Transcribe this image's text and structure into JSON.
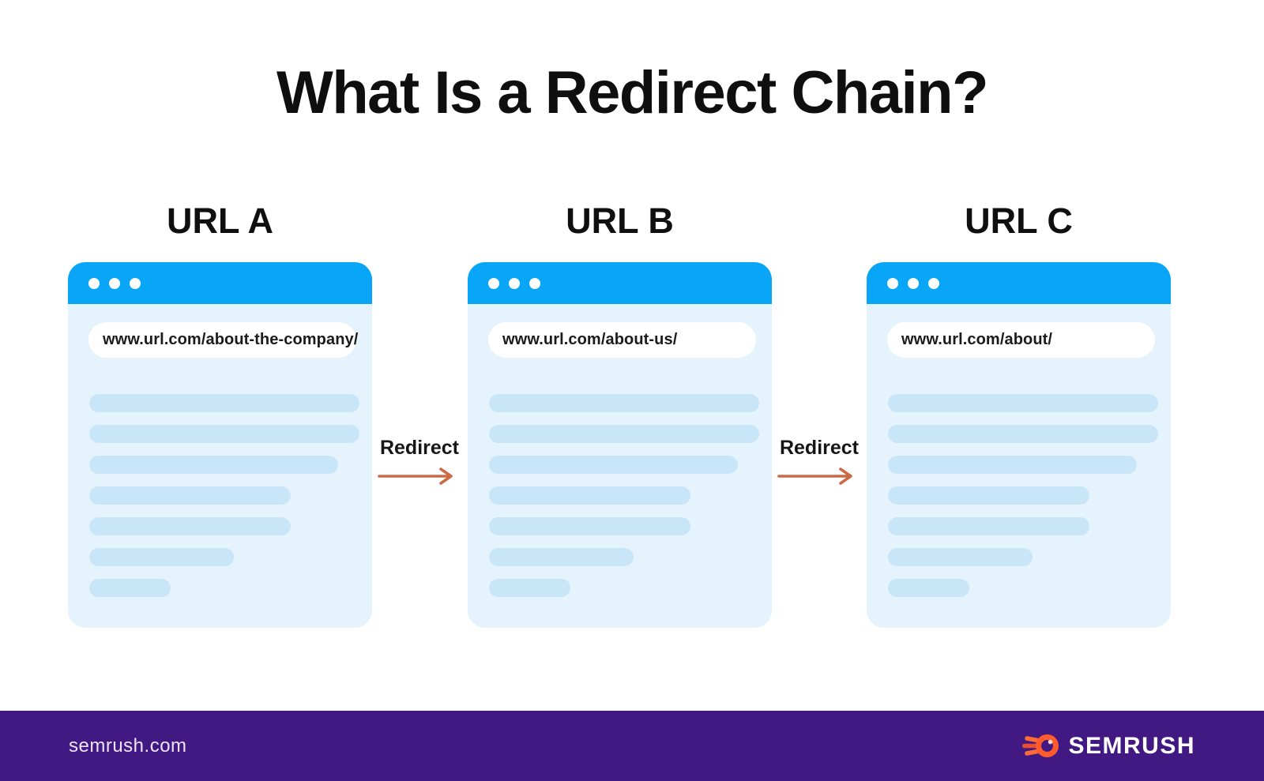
{
  "title": "What Is a Redirect Chain?",
  "windows": [
    {
      "label": "URL A",
      "url": "www.url.com/about-the-company/"
    },
    {
      "label": "URL B",
      "url": "www.url.com/about-us/"
    },
    {
      "label": "URL C",
      "url": "www.url.com/about/"
    }
  ],
  "connectors": [
    {
      "label": "Redirect"
    },
    {
      "label": "Redirect"
    }
  ],
  "skeleton": {
    "line_widths_pct": [
      100,
      100,
      92,
      74.5,
      74.5,
      53.5,
      30
    ]
  },
  "footer": {
    "site_label": "semrush.com",
    "brand_name": "SEMRUSH"
  },
  "icons": {
    "window_controls": "three-dots-icon",
    "redirect_arrow": "right-arrow-icon",
    "brand_mark": "semrush-fireball-icon"
  },
  "colors": {
    "titlebar_blue": "#09A6F8",
    "window_body": "#E4F3FC",
    "skeleton_line": "#C9E6F9",
    "arrow_orange": "#CB6A45",
    "footer_purple": "#421983",
    "logo_orange": "#FF5B2D",
    "ink": "#0F0F0F"
  }
}
